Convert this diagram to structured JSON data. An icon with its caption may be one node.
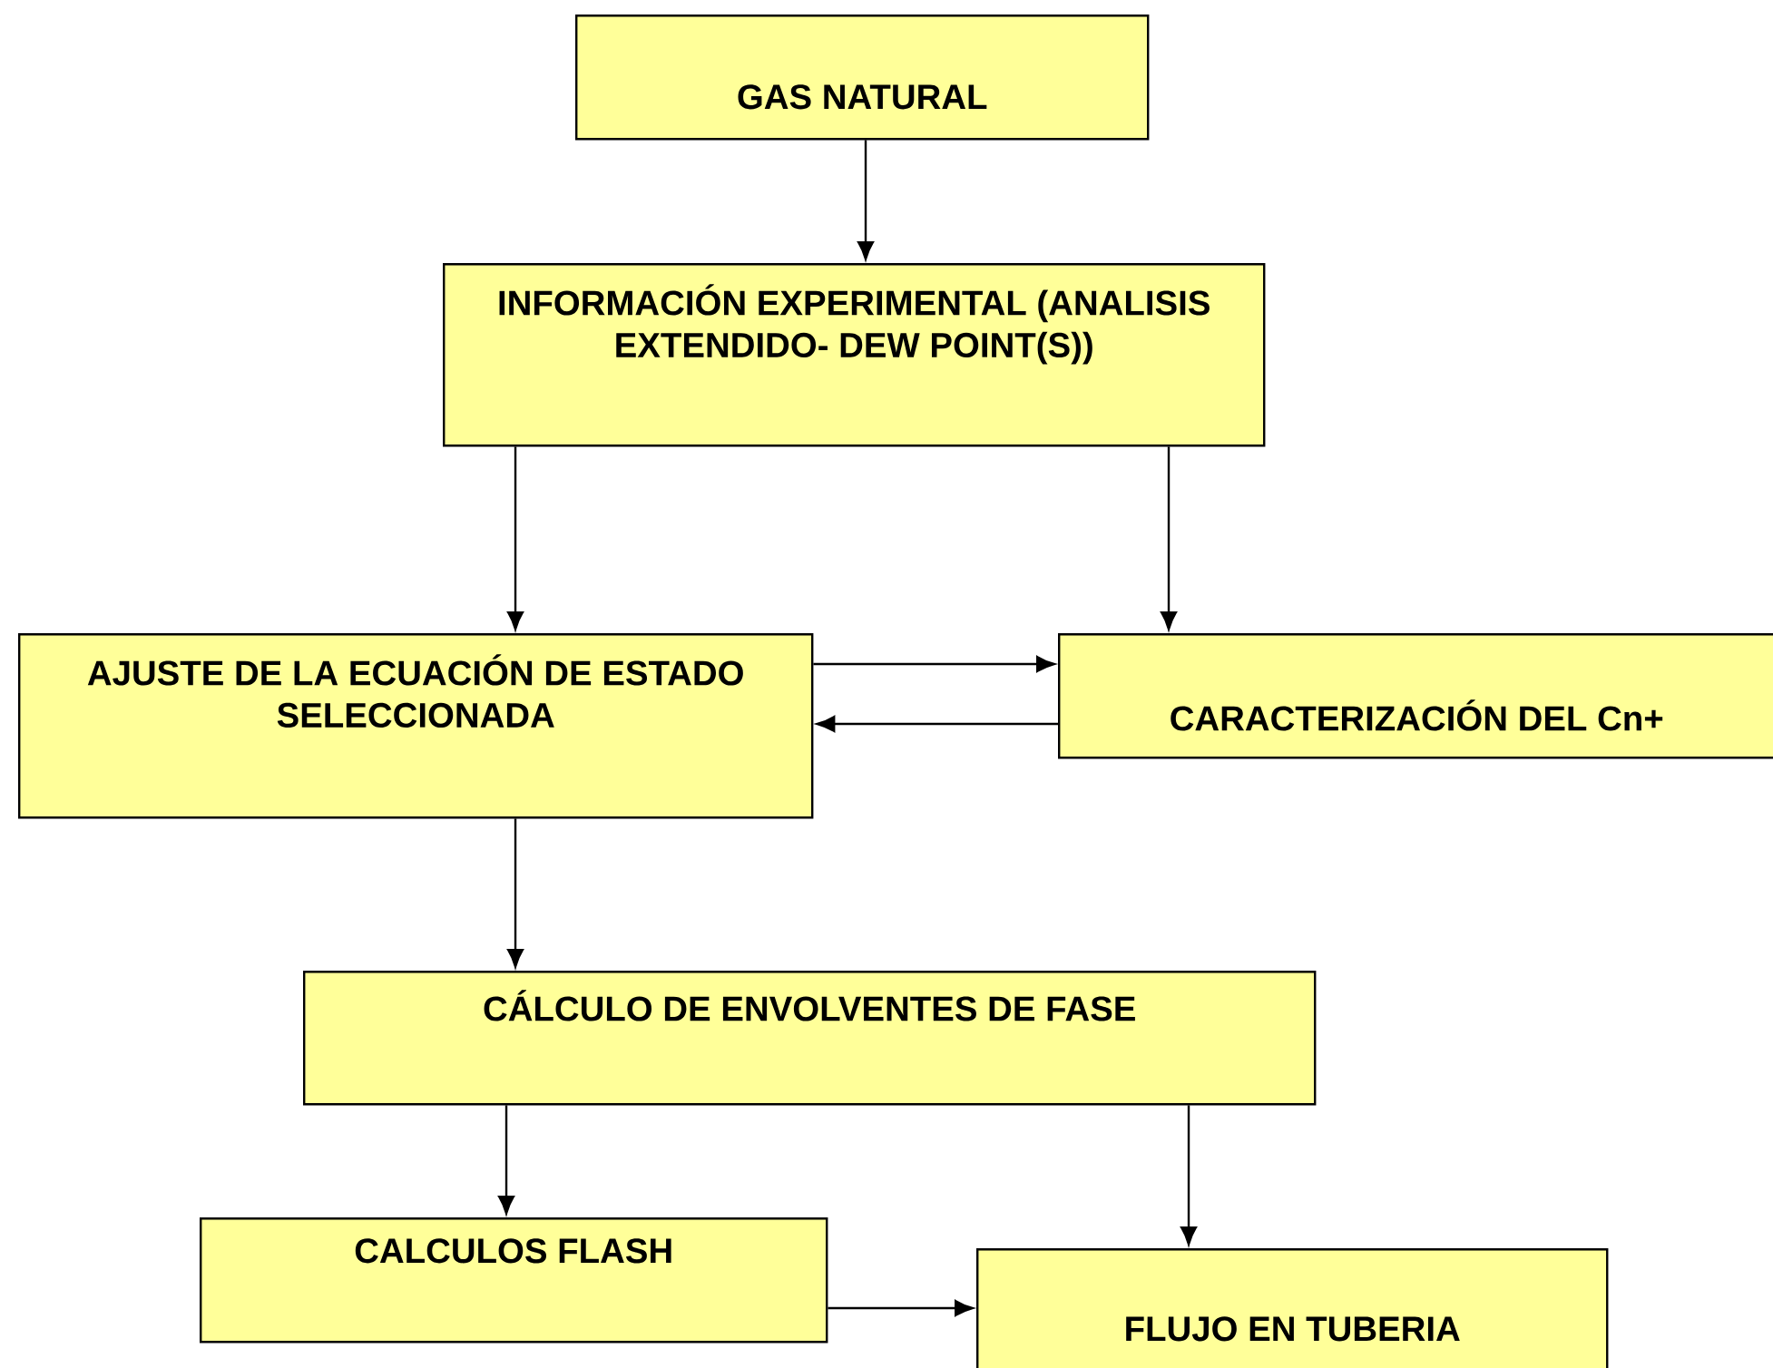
{
  "diagram": {
    "nodes": [
      {
        "text": [
          "GAS NATURAL"
        ]
      },
      {
        "text": [
          "INFORMACIÓN EXPERIMENTAL (ANALISIS EXTENDIDO- DEW POINT(S))"
        ]
      },
      {
        "text": [
          "AJUSTE DE LA ECUACIÓN DE ESTADO SELECCIONADA"
        ]
      },
      {
        "text": [
          "CARACTERIZACIÓN DEL Cn+"
        ]
      },
      {
        "text": [
          "CÁLCULO DE ENVOLVENTES DE FASE"
        ]
      },
      {
        "text": [
          "CALCULOS FLASH"
        ]
      },
      {
        "text": [
          "FLUJO EN TUBERIA"
        ]
      }
    ],
    "edges": [
      {
        "from": 0,
        "to": 1,
        "arrow": "to"
      },
      {
        "from": 1,
        "to": 2,
        "arrow": "to"
      },
      {
        "from": 1,
        "to": 3,
        "arrow": "to"
      },
      {
        "from": 2,
        "to": 3,
        "arrow": "to"
      },
      {
        "from": 3,
        "to": 2,
        "arrow": "to"
      },
      {
        "from": 2,
        "to": 4,
        "arrow": "to"
      },
      {
        "from": 4,
        "to": 5,
        "arrow": "to"
      },
      {
        "from": 4,
        "to": 6,
        "arrow": "to"
      },
      {
        "from": 5,
        "to": 6,
        "arrow": "to"
      }
    ]
  }
}
